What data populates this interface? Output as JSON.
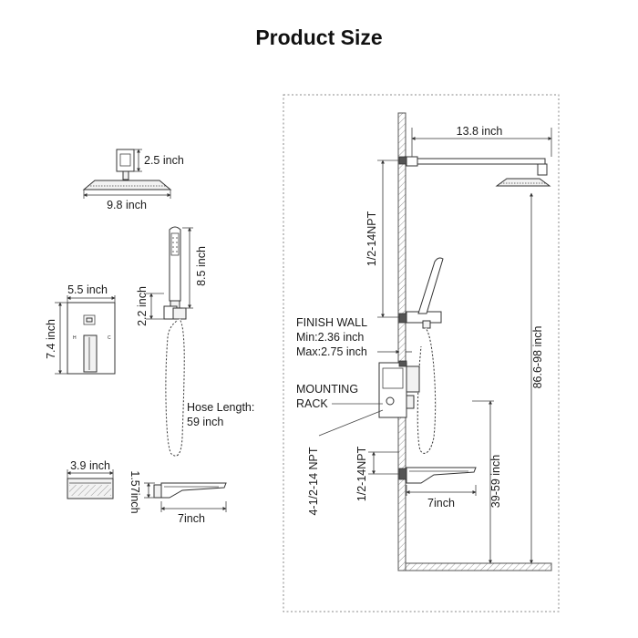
{
  "title": "Product Size",
  "labels": {
    "head_height": "2.5 inch",
    "head_width": "9.8 inch",
    "handheld_length": "8.5 inch",
    "holder_height": "2.2 inch",
    "hose_line1": "Hose Length:",
    "hose_line2": "59 inch",
    "valve_width": "5.5 inch",
    "valve_height": "7.4 inch",
    "spout_width": "3.9 inch",
    "spout_height": "1.57inch",
    "spout_length": "7inch",
    "arm_length": "13.8 inch",
    "npt_top": "1/2-14NPT",
    "finish_wall": "FINISH WALL",
    "finish_min": "Min:2.36 inch",
    "finish_max": "Max:2.75 inch",
    "mounting_line1": "MOUNTING",
    "mounting_line2": "RACK",
    "npt_valve": "4-1/2-14 NPT",
    "npt_spout": "1/2-14NPT",
    "install_spout_length": "7inch",
    "spout_floor_height": "39-59 inch",
    "head_floor_height": "86.6-98 inch"
  }
}
